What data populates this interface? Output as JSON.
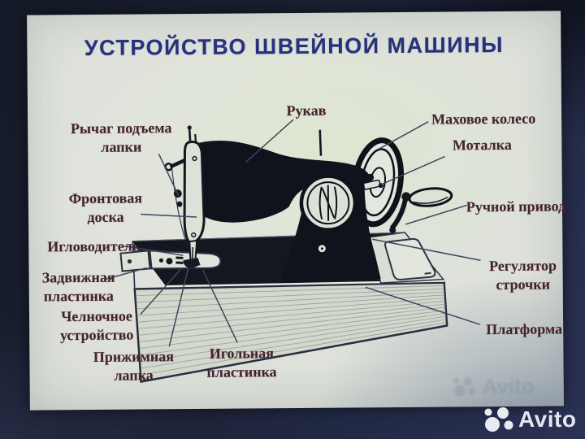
{
  "title": "УСТРОЙСТВО ШВЕЙНОЙ МАШИНЫ",
  "labels": {
    "rukav": "Рукав",
    "mahovoe_koleso": "Маховое колесо",
    "motalka": "Моталка",
    "rychag_podema_lapki": "Рычаг подъема\nлапки",
    "frontovaja_doska": "Фронтовая\nдоска",
    "iglovoditel": "Игловодитель",
    "zadvizhnaja_plastinka": "Задвижная\nпластинка",
    "chelnochnoe_ustrojstvo": "Челночное\nустройство",
    "prizhimnaja_lapka": "Прижимная\nлапка",
    "igolnaja_plastinka": "Игольная\nпластинка",
    "ruchnoj_privod": "Ручной привод",
    "reguljator_strochki": "Регулятор\nстрочки",
    "platforma": "Платформа"
  },
  "watermark": {
    "brand": "Avito",
    "faint_text": "Avito"
  },
  "colors": {
    "title_text": "#28327c",
    "label_text": "#44222e",
    "slide_background": "#dce0d7",
    "surround_background": "#202741",
    "drawing_ink": "#10131b",
    "avito_logo": "#e8ebf2"
  }
}
